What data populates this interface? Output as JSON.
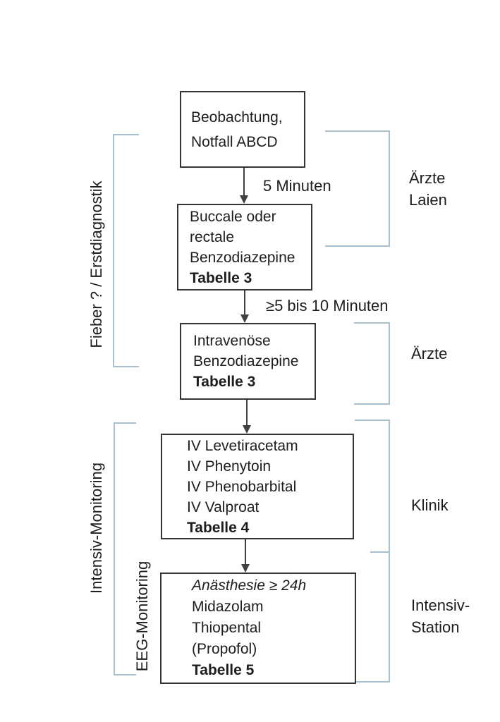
{
  "colors": {
    "background": "#ffffff",
    "box_border": "#333333",
    "arrow": "#404040",
    "bracket": "#aabfcc",
    "text": "#1d1d1d"
  },
  "flowchart": {
    "box1": {
      "line1": "Beobachtung,",
      "line2": "Notfall ABCD"
    },
    "box2": {
      "line1": "Buccale oder",
      "line2": "rectale",
      "line3": "Benzodiazepine",
      "line4": "Tabelle 3"
    },
    "box3": {
      "line1": "Intravenöse",
      "line2": "Benzodiazepine",
      "line3": "Tabelle 3"
    },
    "box4": {
      "line1": "IV Levetiracetam",
      "line2": "IV Phenytoin",
      "line3": "IV Phenobarbital",
      "line4": "IV Valproat",
      "line5": "Tabelle 4"
    },
    "box5": {
      "line1": "Anästhesie ≥ 24h",
      "line2": "Midazolam",
      "line3": "Thiopental",
      "line4": "(Propofol)",
      "line5": "Tabelle 5"
    },
    "arrow1_label": "5 Minuten",
    "arrow2_label": "≥5 bis 10 Minuten"
  },
  "left_labels": {
    "fieber": "Fieber ? / Erstdiagnostik",
    "intensiv_monitoring": "Intensiv-Monitoring",
    "eeg_monitoring": "EEG-Monitoring"
  },
  "right_labels": {
    "group1_line1": "Ärzte",
    "group1_line2": "Laien",
    "group2": "Ärzte",
    "group3": "Klinik",
    "group4_line1": "Intensiv-",
    "group4_line2": "Station"
  }
}
